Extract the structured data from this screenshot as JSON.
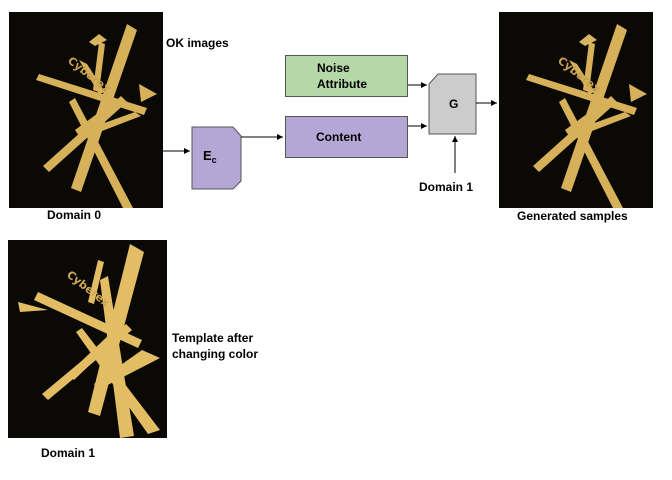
{
  "labels": {
    "ok_images": "OK images",
    "domain0": "Domain 0",
    "domain1_bottom": "Domain 1",
    "generated": "Generated samples",
    "template_after": "Template after changing color",
    "domain1_input": "Domain 1"
  },
  "nodes": {
    "noise": {
      "line1": "Noise",
      "line2": "Attribute"
    },
    "content": "Content",
    "encoder": {
      "main": "E",
      "sub": "c"
    },
    "generator": "G"
  },
  "image_text": "Cyberex",
  "colors": {
    "noise_fill": "#b6d7a8",
    "content_fill": "#b4a7d6",
    "encoder_fill": "#b4a7d6",
    "generator_fill": "#cccccc",
    "image_bg": "#0b0906",
    "antenna_gold": "#d6b15a",
    "antenna_gold_bright": "#ecc96a"
  }
}
